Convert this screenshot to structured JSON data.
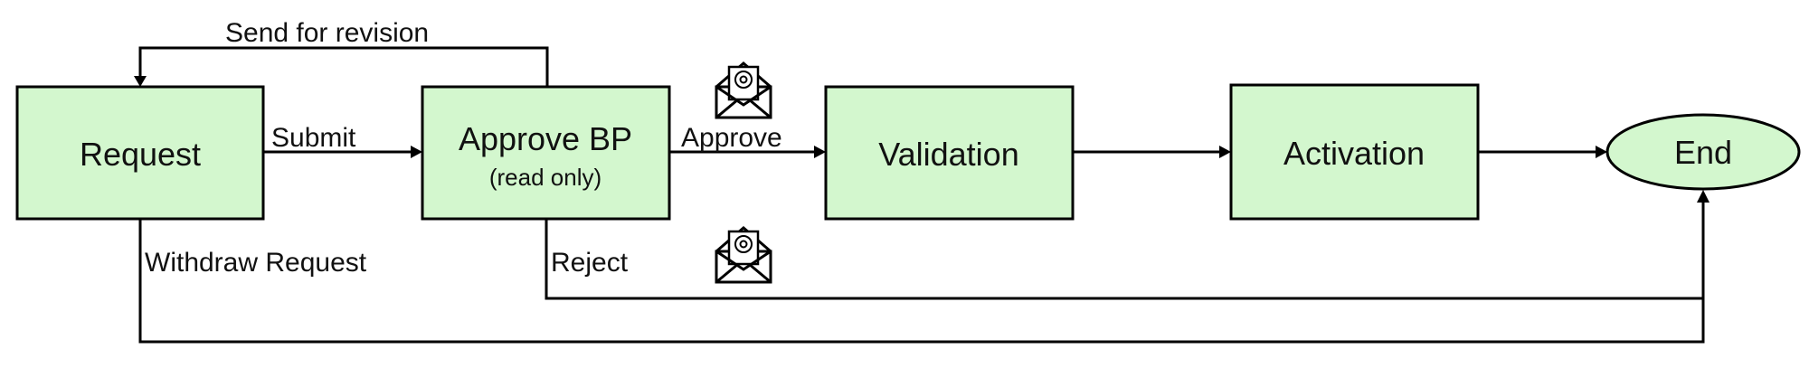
{
  "nodes": {
    "request": "Request",
    "approve_bp": "Approve BP",
    "approve_bp_sub": "(read only)",
    "validation": "Validation",
    "activation": "Activation",
    "end": "End"
  },
  "edges": {
    "send_for_revision": "Send for revision",
    "submit": "Submit",
    "approve": "Approve",
    "withdraw_request": "Withdraw Request",
    "reject": "Reject"
  },
  "icons": {
    "approve_notification": "email-envelope-icon",
    "reject_notification": "email-envelope-icon"
  },
  "colors": {
    "node_fill": "#d3f7ce",
    "stroke": "#000000"
  }
}
